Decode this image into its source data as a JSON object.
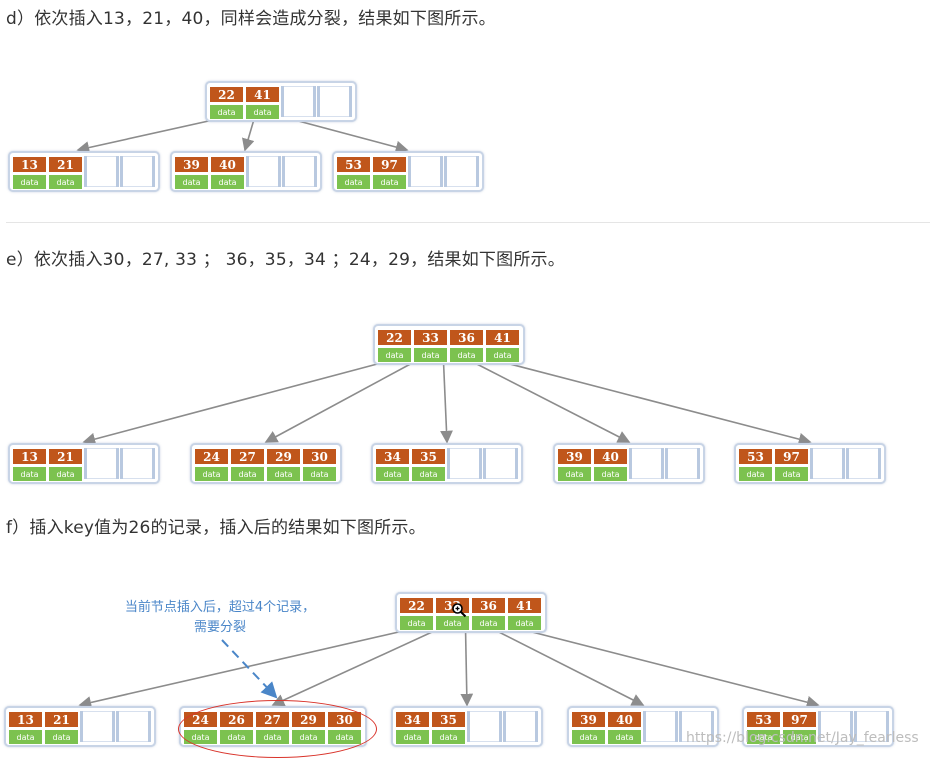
{
  "captions": {
    "d": "d）依次插入13，21，40，同样会造成分裂，结果如下图所示。",
    "e": "e）依次插入30，27, 33 ； 36，35，34 ；24，29，结果如下图所示。",
    "f": "f）插入key值为26的记录，插入后的结果如下图所示。"
  },
  "data_label": "data",
  "annotation": {
    "line1": "当前节点插入后，超过4个记录，",
    "line2": "需要分裂"
  },
  "watermark": "https://blog.csdn.net/Jay_fearless",
  "colors": {
    "key_fill": "#c0561b",
    "data_fill": "#7cc24f",
    "node_border": "#c8d4e6",
    "edge": "#8c8c8c",
    "annotation": "#4a86c8",
    "highlight": "#d9342b"
  },
  "diagrams": {
    "d": {
      "root": [
        "22",
        "41"
      ],
      "leaves": [
        [
          "13",
          "21"
        ],
        [
          "39",
          "40"
        ],
        [
          "53",
          "97"
        ]
      ]
    },
    "e": {
      "root": [
        "22",
        "33",
        "36",
        "41"
      ],
      "leaves": [
        [
          "13",
          "21"
        ],
        [
          "24",
          "27",
          "29",
          "30"
        ],
        [
          "34",
          "35"
        ],
        [
          "39",
          "40"
        ],
        [
          "53",
          "97"
        ]
      ]
    },
    "f": {
      "root": [
        "22",
        "33",
        "36",
        "41"
      ],
      "leaves": [
        [
          "13",
          "21"
        ],
        [
          "24",
          "26",
          "27",
          "29",
          "30"
        ],
        [
          "34",
          "35"
        ],
        [
          "39",
          "40"
        ],
        [
          "53",
          "97"
        ]
      ]
    }
  }
}
